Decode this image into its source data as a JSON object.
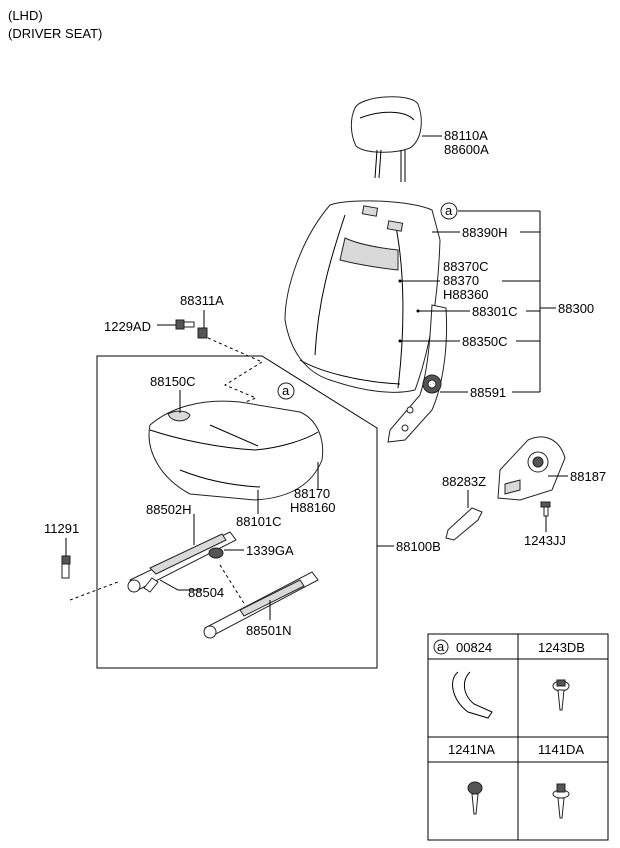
{
  "header": {
    "line1": "(LHD)",
    "line2": "(DRIVER SEAT)"
  },
  "labels": {
    "headrest_a": "88110A",
    "headrest_b": "88600A",
    "back_cover": "88390H",
    "back_pad_a": "88370C",
    "back_pad_b": "88370",
    "back_pad_c": "H88360",
    "back_frame": "88301C",
    "back_assy": "88300",
    "lumbar": "88350C",
    "recliner": "88591",
    "nut": "88311A",
    "bolt": "1229AD",
    "cushion_cover": "88150C",
    "cushion_pad_a": "88170",
    "cushion_pad_b": "H88160",
    "cushion_frame": "88101C",
    "cushion_assy": "88100B",
    "track_left": "88502H",
    "bushing": "1339GA",
    "rod": "88504",
    "track_right": "88501N",
    "side_cover": "88187",
    "knob": "88283Z",
    "screw": "1243JJ",
    "bolt_side": "11291"
  },
  "callout": {
    "circle_a": "a"
  },
  "parts_table": {
    "cells": [
      {
        "ref": "a",
        "code": "00824"
      },
      {
        "ref": "",
        "code": "1243DB"
      },
      {
        "ref": "",
        "code": "1241NA"
      },
      {
        "ref": "",
        "code": "1141DA"
      }
    ]
  }
}
